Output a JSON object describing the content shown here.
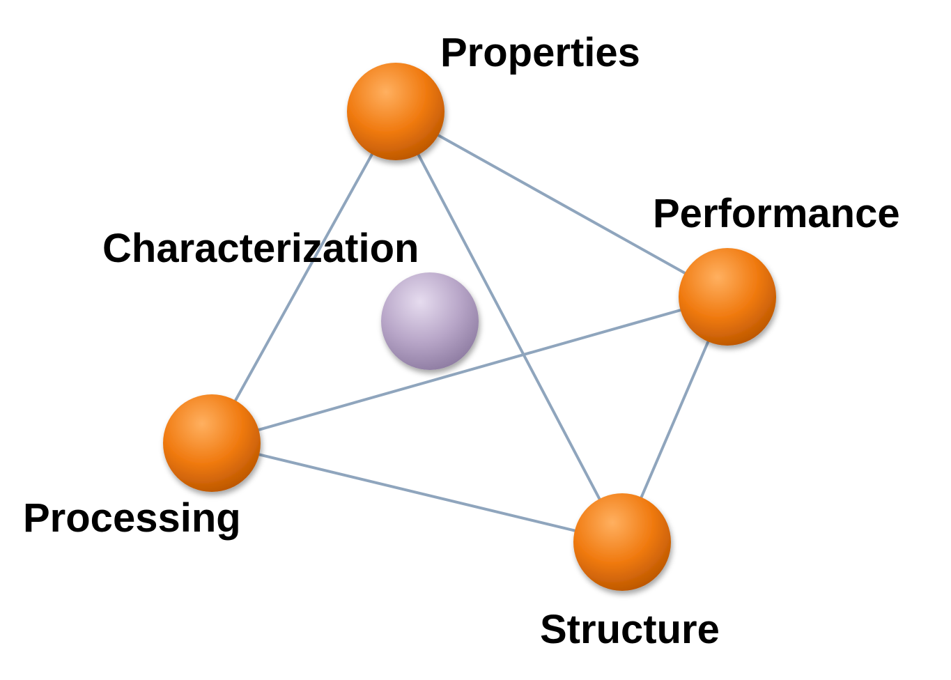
{
  "colors": {
    "node_main": "#f07a10",
    "node_highlight": "#ffb060",
    "node_edge": "#b85400",
    "center_main": "#b8a6c8",
    "center_highlight": "#e6dcef",
    "center_edge": "#8c7aa0",
    "edge_line": "#8fa5bd"
  },
  "diagram": {
    "nodes": [
      {
        "id": "properties",
        "label": "Properties"
      },
      {
        "id": "performance",
        "label": "Performance"
      },
      {
        "id": "processing",
        "label": "Processing"
      },
      {
        "id": "structure",
        "label": "Structure"
      }
    ],
    "center": {
      "id": "characterization",
      "label": "Characterization"
    },
    "edges": [
      {
        "from": "properties",
        "to": "performance"
      },
      {
        "from": "properties",
        "to": "processing"
      },
      {
        "from": "properties",
        "to": "structure"
      },
      {
        "from": "performance",
        "to": "processing"
      },
      {
        "from": "performance",
        "to": "structure"
      },
      {
        "from": "processing",
        "to": "structure"
      }
    ]
  }
}
